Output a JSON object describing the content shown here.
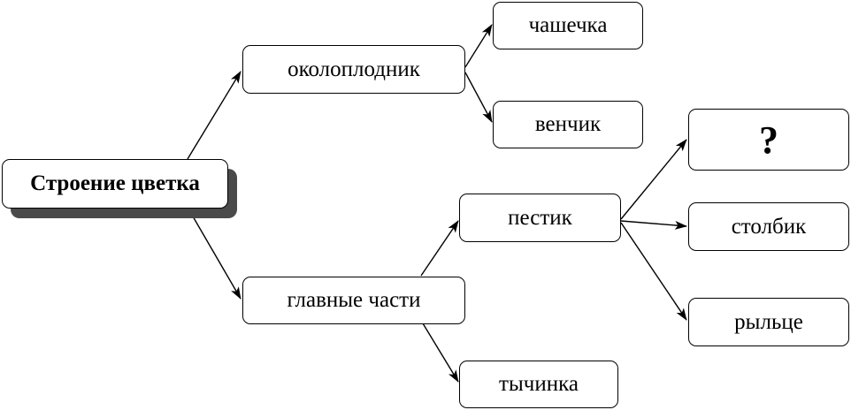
{
  "diagram": {
    "root": {
      "label": "Строение цветка"
    },
    "nodes": {
      "okoloplodnik": "околоплодник",
      "chashechka": "чашечка",
      "venchik": "венчик",
      "glavnye": "главные части",
      "pestik": "пестик",
      "tychinka": "тычинка",
      "unknown": "?",
      "stolbik": "столбик",
      "ryltse": "рыльце"
    },
    "edges": [
      [
        "root",
        "okoloplodnik"
      ],
      [
        "root",
        "glavnye"
      ],
      [
        "okoloplodnik",
        "chashechka"
      ],
      [
        "okoloplodnik",
        "venchik"
      ],
      [
        "glavnye",
        "pestik"
      ],
      [
        "glavnye",
        "tychinka"
      ],
      [
        "pestik",
        "unknown"
      ],
      [
        "pestik",
        "stolbik"
      ],
      [
        "pestik",
        "ryltse"
      ]
    ],
    "colors": {
      "line": "#000000",
      "shadow": "#4a4a4a"
    }
  }
}
